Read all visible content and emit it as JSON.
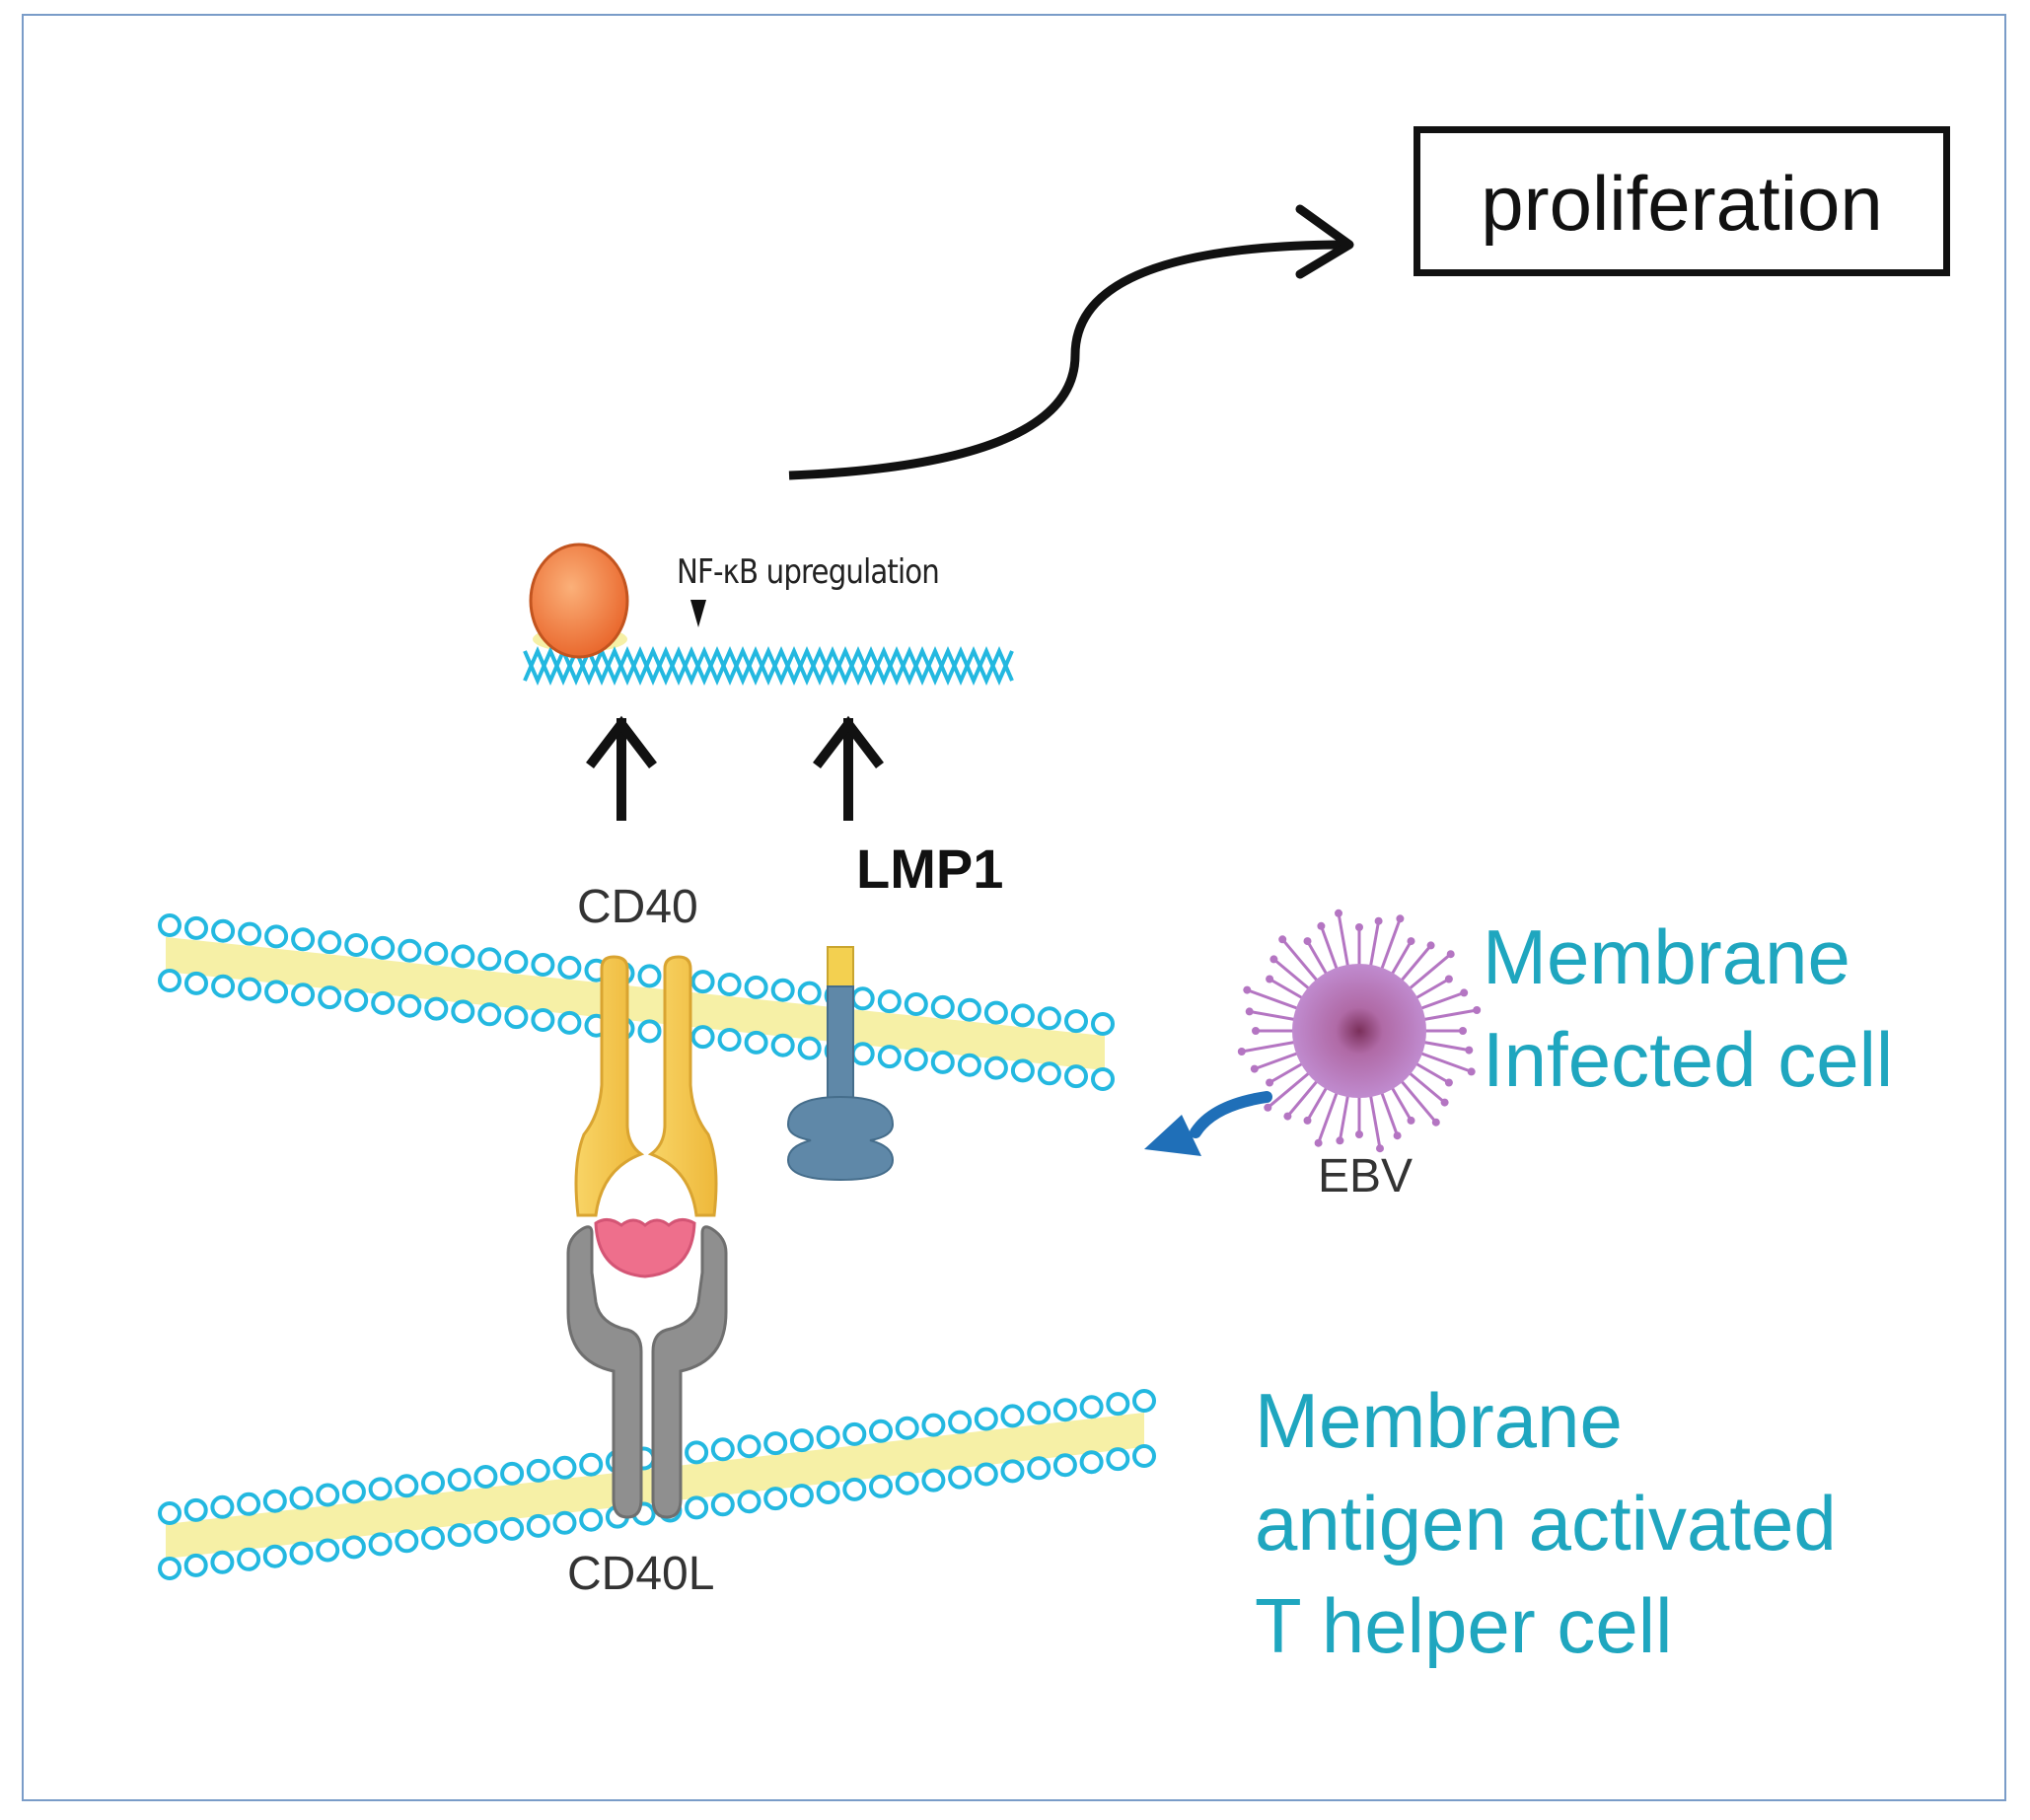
{
  "proliferation_label": "proliferation",
  "nfkb_label": "NF-κB upregulation",
  "lmp1_label": "LMP1",
  "cd40_label": "CD40",
  "cd40l_label": "CD40L",
  "ebv_label": "EBV",
  "infected_membrane_label": [
    "Membrane",
    "Infected cell"
  ],
  "thelper_membrane_label": [
    "Membrane",
    "antigen activated",
    "T helper cell"
  ],
  "colors": {
    "membrane_bead": "#23b8e0",
    "membrane_core": "#f6f0a6",
    "cd40": "#f6c94a",
    "cd40l": "#8f8f8f",
    "lmp1": "#5f88a8",
    "ligand": "#ee6f8c",
    "transcription_factor": "#f07c42",
    "ebv": "#b475c2",
    "label_teal": "#1fa6bf"
  }
}
